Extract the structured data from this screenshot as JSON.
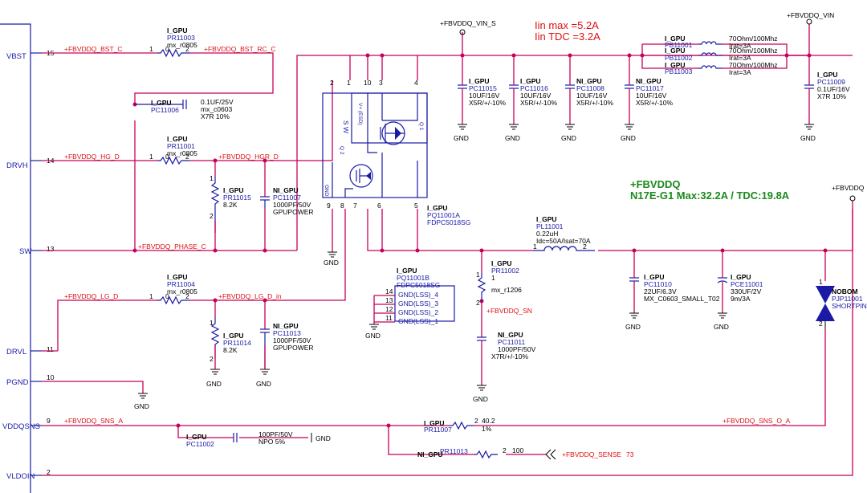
{
  "colors": {
    "wire": "#c8005a",
    "component": "#1a1aa6",
    "net": "#d11",
    "green": "#1a8a1a"
  },
  "ports": [
    {
      "name": "VBST",
      "pin": "15"
    },
    {
      "name": "DRVH",
      "pin": "14"
    },
    {
      "name": "SW",
      "pin": "13"
    },
    {
      "name": "DRVL",
      "pin": "11"
    },
    {
      "name": "PGND",
      "pin": "10"
    },
    {
      "name": "VDDQSNS",
      "pin": "9"
    },
    {
      "name": "VLDOIN",
      "pin": "2"
    }
  ],
  "nets": {
    "bst_c": "+FBVDDQ_BST_C",
    "bst_rc_c": "+FBVDDQ_BST_RC_C",
    "hg_d": "+FBVDDQ_HG_D",
    "hgr_d": "+FBVDDQ_HGR_D",
    "phase_c": "+FBVDDQ_PHASE_C",
    "lg_d": "+FBVDDQ_LG_D",
    "lg_d_in": "+FBVDDQ_LG_D_in",
    "sns_a": "+FBVDDQ_SNS_A",
    "sns_o_a": "+FBVDDQ_SNS_O_A",
    "sn": "+FBVDDQ_SN",
    "sense": "+FBVDDQ_SENSE",
    "sense_ref": "73",
    "vin_s": "+FBVDDQ_VIN_S",
    "vin": "+FBVDDQ_VIN",
    "fbvddq": "+FBVDDQ"
  },
  "notes": {
    "lin_max": "Iin max =5.2A",
    "lin_tdc": "Iin TDC =3.2A",
    "rail_title": "+FBVDDQ",
    "rail_spec": "N17E-G1 Max:32.2A / TDC:19.8A"
  },
  "labels": {
    "gnd": "GND",
    "i_gpu": "I_GPU",
    "ni_gpu": "NI_GPU",
    "nobom": "NOBOM"
  },
  "components": {
    "pr11003": {
      "tag": "I_GPU",
      "ref": "PR11003",
      "pkg": "mx_r0805",
      "val": "0"
    },
    "pc11006": {
      "tag": "I_GPU",
      "ref": "PC11006",
      "val": "0.1UF/25V",
      "pkg": "mx_c0603",
      "tol": "X7R 10%"
    },
    "pr11001": {
      "tag": "I_GPU",
      "ref": "PR11001",
      "pkg": "mx_r0805",
      "val": "0"
    },
    "pr11015": {
      "tag": "I_GPU",
      "ref": "PR11015",
      "val": "8.2K"
    },
    "pc11007": {
      "tag": "NI_GPU",
      "ref": "PC11007",
      "val": "1000PF/50V",
      "pkg": "GPUPOWER"
    },
    "pq11001a": {
      "tag": "I_GPU",
      "ref": "PQ11001A",
      "part": "FDPC5018SG"
    },
    "pr11004": {
      "tag": "I_GPU",
      "ref": "PR11004",
      "pkg": "mx_r0805",
      "val": "0"
    },
    "pr11014": {
      "tag": "I_GPU",
      "ref": "PR11014",
      "val": "8.2K"
    },
    "pc11013": {
      "tag": "NI_GPU",
      "ref": "PC11013",
      "val": "1000PF/50V",
      "pkg": "GPUPOWER"
    },
    "pq11001b": {
      "tag": "I_GPU",
      "ref": "PQ11001B",
      "part": "FDPC5018SG",
      "pins": [
        "GND(LSS)_4",
        "GND(LSS)_3",
        "GND(LSS)_2",
        "GND(LSS)_1"
      ],
      "pinnums": [
        "14",
        "13",
        "12",
        "11"
      ]
    },
    "pr11002": {
      "tag": "I_GPU",
      "ref": "PR11002",
      "val": "1",
      "pkg": "mx_r1206"
    },
    "pc11011": {
      "tag": "NI_GPU",
      "ref": "PC11011",
      "val": "1000PF/50V",
      "tol": "X7R/+/-10%"
    },
    "pl11001": {
      "tag": "I_GPU",
      "ref": "PL11001",
      "val": "0.22uH",
      "rating": "Idc=50A/Isat=70A"
    },
    "pc11010": {
      "tag": "I_GPU",
      "ref": "PC11010",
      "val": "22UF/6.3V",
      "pkg": "MX_C0603_SMALL_T02"
    },
    "pce11001": {
      "tag": "I_GPU",
      "ref": "PCE11001",
      "val": "330UF/2V",
      "pkg": "9m/3A"
    },
    "pjp11001": {
      "tag": "NOBOM",
      "ref": "PJP11001",
      "val": "SHORTPIN"
    },
    "pc11015": {
      "tag": "I_GPU",
      "ref": "PC11015",
      "val": "10UF/16V",
      "tol": "X5R/+/-10%"
    },
    "pc11016": {
      "tag": "I_GPU",
      "ref": "PC11016",
      "val": "10UF/16V",
      "tol": "X5R/+/-10%"
    },
    "pc11008": {
      "tag": "NI_GPU",
      "ref": "PC11008",
      "val": "10UF/16V",
      "tol": "X5R/+/-10%"
    },
    "pc11017": {
      "tag": "NI_GPU",
      "ref": "PC11017",
      "val": "10UF/16V",
      "tol": "X5R/+/-10%"
    },
    "pb11001": {
      "tag": "I_GPU",
      "ref": "PB11001",
      "val": "70Ohm/100Mhz",
      "irat": "Irat=3A"
    },
    "pb11002": {
      "tag": "I_GPU",
      "ref": "PB11002",
      "val": "70Ohm/100Mhz",
      "irat": "Irat=3A"
    },
    "pb11003": {
      "tag": "I_GPU",
      "ref": "PB11003",
      "val": "70Ohm/100Mhz",
      "irat": "Irat=3A"
    },
    "pc11009": {
      "tag": "I_GPU",
      "ref": "PC11009",
      "val": "0.1UF/16V",
      "tol": "X7R 10%"
    },
    "pr11007": {
      "tag": "I_GPU",
      "ref": "PR11007",
      "val": "40.2",
      "tol": "1%"
    },
    "pc11002": {
      "tag": "I_GPU",
      "ref": "PC11002",
      "val": "100PF/50V",
      "tol": "NPO 5%"
    },
    "pr11013": {
      "tag": "NI_GPU",
      "ref": "PR11013",
      "val": "100"
    }
  }
}
